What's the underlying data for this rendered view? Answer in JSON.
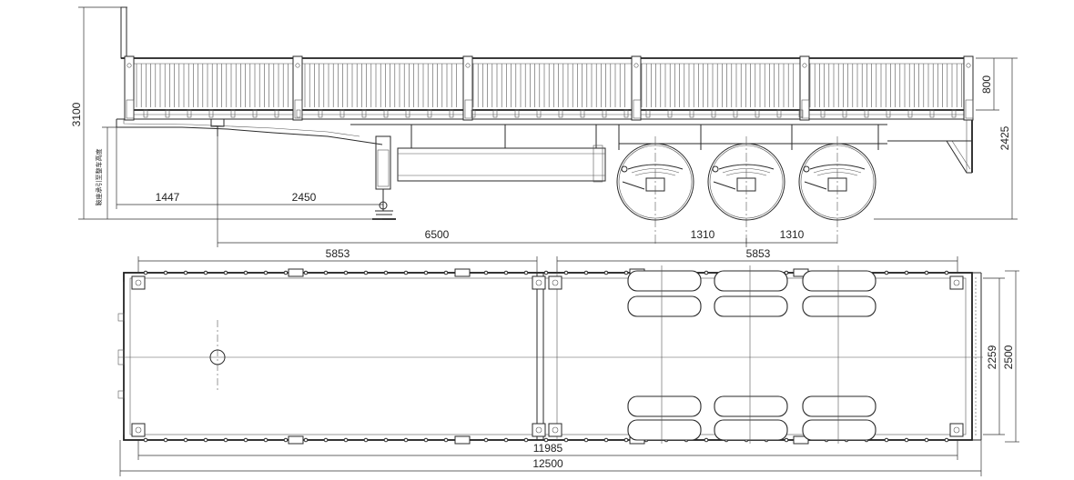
{
  "dimensions": {
    "side_view": {
      "height_total": "3100",
      "height_right": "2425",
      "side_panel": "800",
      "kingpin_offset": "1447",
      "landing_gear": "2450",
      "wheelbase_to_axle": "6500",
      "axle_spacing_1": "1310",
      "axle_spacing_2": "1310",
      "vertical_note": "鞍座承引至整车高度"
    },
    "top_view": {
      "left_section": "5853",
      "right_section": "5853",
      "inner_width": "2259",
      "outer_width": "2500",
      "body_length": "11985",
      "overall_length": "12500"
    }
  },
  "colors": {
    "line": "#2a2a2a",
    "background": "#ffffff"
  }
}
